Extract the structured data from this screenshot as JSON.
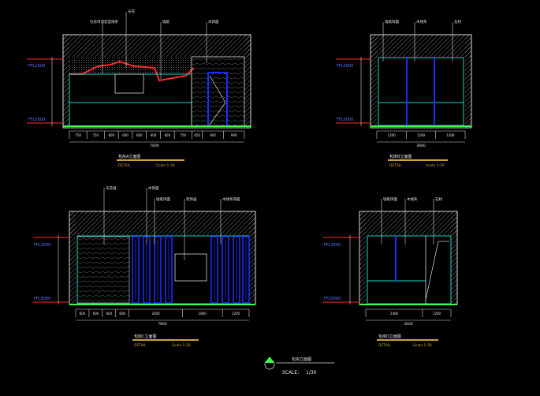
{
  "colors": {
    "background": "#000000",
    "wall": "#d8d8d8",
    "cyan": "#22d3c5",
    "blue": "#1a2cff",
    "red": "#ff2a2a",
    "green": "#39ff4a",
    "yellow": "#f5e84c",
    "gold": "#c8a23a",
    "label": "#e8e8e8",
    "level": "#4f7cff"
  },
  "views": {
    "a": {
      "title": "包房A立面图",
      "detail": "DETAIL",
      "scale": "Scale 1:30",
      "callouts": [
        "天花",
        "包房吊顶造型线条",
        "墙纸",
        "木饰面"
      ],
      "levels": [
        "FFL2600",
        "FFL0000"
      ],
      "dims_bottom": [
        "750",
        "750",
        "600",
        "600",
        "600",
        "600",
        "600",
        "750",
        "450",
        "900",
        "900"
      ],
      "total": "7800"
    },
    "b": {
      "title": "包房B立面图",
      "detail": "DETAIL",
      "scale": "Scale 1:30",
      "callouts": [
        "墙纸饰面",
        "木线条",
        "石材"
      ],
      "levels": [
        "FFL2600",
        "FFL0000"
      ],
      "dims_bottom": [
        "1200",
        "1200",
        "1200"
      ],
      "total": "3600"
    },
    "c": {
      "title": "包房C立面图",
      "detail": "DETAIL",
      "scale": "Scale 1:30",
      "callouts": [
        "天花线",
        "木饰面",
        "墙纸饰面",
        "装饰画",
        "木线条饰面"
      ],
      "levels": [
        "FFL2600",
        "FFL0000"
      ],
      "dims_bottom": [
        "600",
        "600",
        "600",
        "600",
        "2400",
        "1800",
        "1200"
      ],
      "total": "7800"
    },
    "d": {
      "title": "包房D立面图",
      "detail": "DETAIL",
      "scale": "Scale 1:30",
      "callouts": [
        "墙纸饰面",
        "木线条",
        "石材"
      ],
      "levels": [
        "FFL2600",
        "FFL0000"
      ],
      "dims_bottom": [
        "2400",
        "1200"
      ],
      "total": "3600"
    }
  },
  "sheet": {
    "title": "包房立面图",
    "scale_label": "SCALE:",
    "scale_value": "1/30"
  }
}
